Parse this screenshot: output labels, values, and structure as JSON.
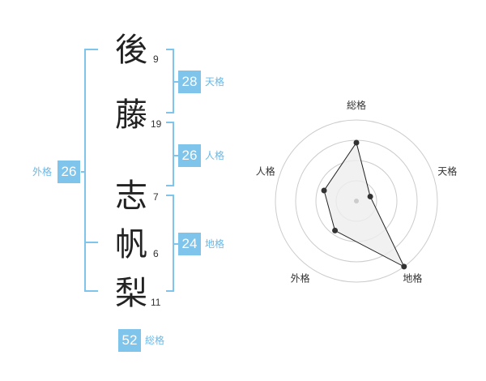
{
  "name": {
    "chars": [
      {
        "char": "後",
        "strokes": "9"
      },
      {
        "char": "藤",
        "strokes": "19"
      },
      {
        "char": "志",
        "strokes": "7"
      },
      {
        "char": "帆",
        "strokes": "6"
      },
      {
        "char": "梨",
        "strokes": "11"
      }
    ]
  },
  "scores": {
    "tenkaku": {
      "label": "天格",
      "value": "28"
    },
    "jinkaku": {
      "label": "人格",
      "value": "26"
    },
    "chikaku": {
      "label": "地格",
      "value": "24"
    },
    "gaikaku": {
      "label": "外格",
      "value": "26"
    },
    "soukaku": {
      "label": "総格",
      "value": "52"
    }
  },
  "chart_data": {
    "type": "radar",
    "axes": [
      "総格",
      "天格",
      "地格",
      "外格",
      "人格"
    ],
    "values": [
      0.72,
      0.18,
      1.0,
      0.45,
      0.42
    ],
    "rings": 4,
    "colors": {
      "fill": "#eeeeee",
      "line": "#222222",
      "ring": "#cccccc"
    }
  },
  "colors": {
    "accent": "#7fc4ea",
    "accent_text": "#6ab8e6"
  }
}
